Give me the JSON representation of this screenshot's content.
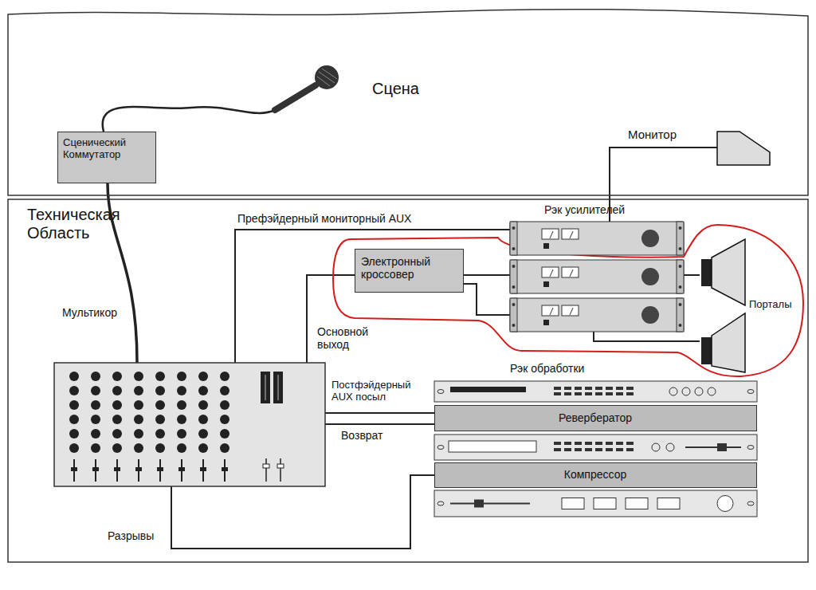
{
  "diagram": {
    "nodes": [
      {
        "text": [
          "Сцена"
        ]
      },
      {
        "text": [
          "Сценический Коммутатор"
        ],
        "in": 0
      },
      {
        "text": [
          "Монитор"
        ],
        "in": 0
      },
      {
        "text": [
          "Техническая Область"
        ]
      },
      {
        "text": [
          "Рэк усилителей"
        ],
        "in": 3
      },
      {
        "text": [
          "Электронный кроссовер"
        ],
        "in": 3
      },
      {
        "text": [
          "Порталы"
        ],
        "in": 3
      },
      {
        "text": [
          "Рэк обработки"
        ],
        "in": 3
      },
      {
        "text": [
          "Ревербератор"
        ],
        "in": 3
      },
      {
        "text": [
          "Компрессор"
        ],
        "in": 3
      }
    ],
    "edges": [
      {
        "from": 4,
        "to": 2,
        "arrow": "none"
      },
      {
        "from": 5,
        "to": 6,
        "arrow": "none"
      },
      {
        "from": 5,
        "to": 6,
        "arrow": "none"
      }
    ],
    "labels": [
      "Префэйдерный мониторный AUX",
      "Мультикор",
      "Основной выход",
      "Постфэйдерный AUX посыл",
      "Возврат",
      "Разрывы"
    ]
  }
}
